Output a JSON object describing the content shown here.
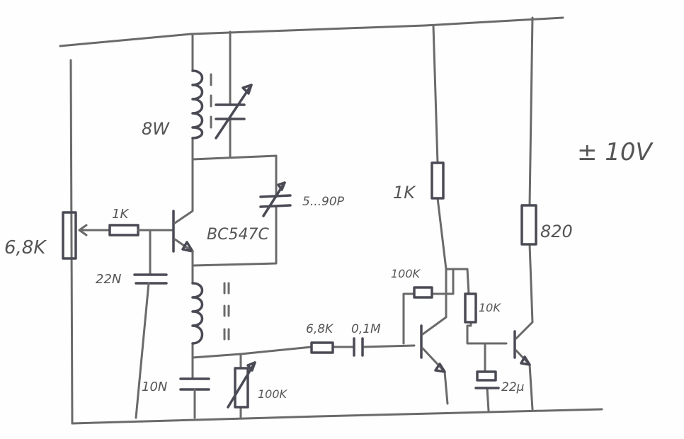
{
  "schematic": {
    "supply": "± 10V",
    "components": {
      "coil_main": "8W",
      "trimmer_cap": "5...90P",
      "transistor_osc": "BC547C",
      "base_resistor": "1K",
      "pot_bias": "6,8K",
      "base_cap": "22N",
      "emitter_cap": "10N",
      "emitter_pot": "100K",
      "series_resistor": "6,8K",
      "series_cap": "0,1M",
      "feedback_resistor": "100K",
      "collector_resistor": "1K",
      "emitter_resistor": "10K",
      "output_resistor": "820",
      "electrolytic_cap": "22µ"
    }
  }
}
